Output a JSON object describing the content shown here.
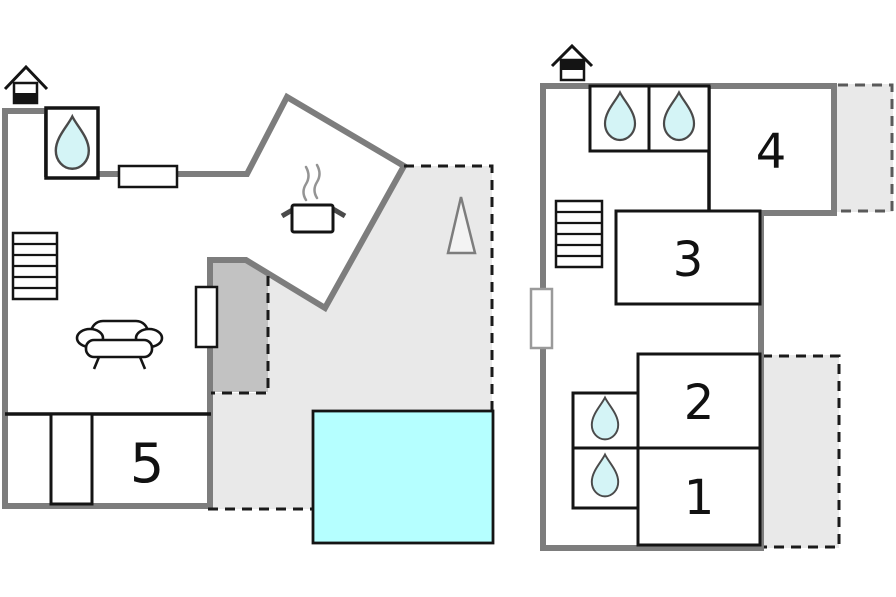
{
  "colors": {
    "wall": "#7d7d7d",
    "partition": "#141414",
    "terrace": "#e9e9e9",
    "covered_terrace": "#c2c2c2",
    "pool": "#b5ffff",
    "water_drop": "#d4f4f6",
    "tree": "#f3f3f3"
  },
  "ground_floor": {
    "room_labels": [
      {
        "label": "5"
      }
    ],
    "icons": [
      "chimney-icon",
      "water-drop-icon",
      "stairs-icon",
      "window-icon",
      "sofa-icon",
      "cooking-pot-icon",
      "steam-icon",
      "tree-icon"
    ],
    "areas": [
      "living-area",
      "room-5",
      "closet",
      "terrace",
      "covered-terrace",
      "swimming-pool"
    ]
  },
  "upper_floor": {
    "room_labels": [
      {
        "label": "4"
      },
      {
        "label": "3"
      },
      {
        "label": "2"
      },
      {
        "label": "1"
      }
    ],
    "icons": [
      "chimney-icon",
      "water-drop-icon",
      "water-drop-icon",
      "water-drop-icon",
      "water-drop-icon",
      "stairs-icon",
      "window-icon"
    ],
    "areas": [
      "room-4",
      "room-3",
      "room-2",
      "room-1",
      "hall",
      "terrace-upper-right",
      "terrace-lower-right"
    ]
  }
}
